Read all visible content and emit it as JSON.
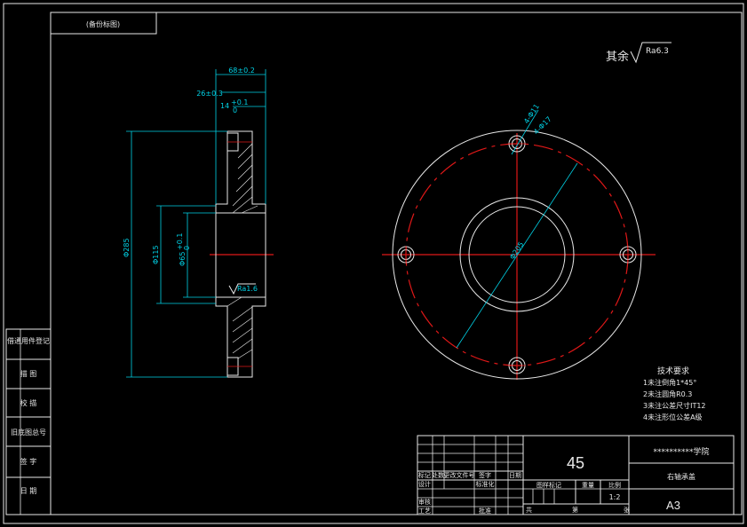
{
  "top_label": "(备份标图)",
  "surface_note": {
    "prefix": "其余",
    "value": "Ra6.3"
  },
  "side_labels": [
    "借通用件登记",
    "描 图",
    "校 描",
    "旧底图总号",
    "签 字",
    "日 期"
  ],
  "dimensions": {
    "width_total": "68±0.2",
    "width_hub": "26±0.3",
    "tolerance_box": "+0.1\n0",
    "small_gap": "14",
    "dia_outer": "Φ285",
    "dia_mid": "Φ115",
    "dia_bore": "Φ65+0.1\n0",
    "roughness_bore": "Ra1.6",
    "hole_dia": "4-Φ11",
    "hole_cb": "4-Φ17",
    "pcd": "Φ205"
  },
  "tech_requirements": {
    "title": "技术要求",
    "items": [
      "1未注倒角1*45°",
      "2未注圆角R0.3",
      "3未注公差尺寸IT12",
      "4未注形位公差A级"
    ]
  },
  "title_block": {
    "material": "45",
    "school": "**********学院",
    "part_name": "右轴承盖",
    "scale": "1:2",
    "sheet": "A3",
    "row_labels": [
      "标记",
      "处数",
      "更改文件号",
      "签字",
      "日期"
    ],
    "row2": [
      "设计",
      "标准化"
    ],
    "row3": [
      "审核",
      "工艺",
      "批准"
    ],
    "col_labels": [
      "图样标记",
      "重量",
      "比例"
    ],
    "sheet_label": "共",
    "page_label": "第",
    "sheet_unit": "张"
  }
}
